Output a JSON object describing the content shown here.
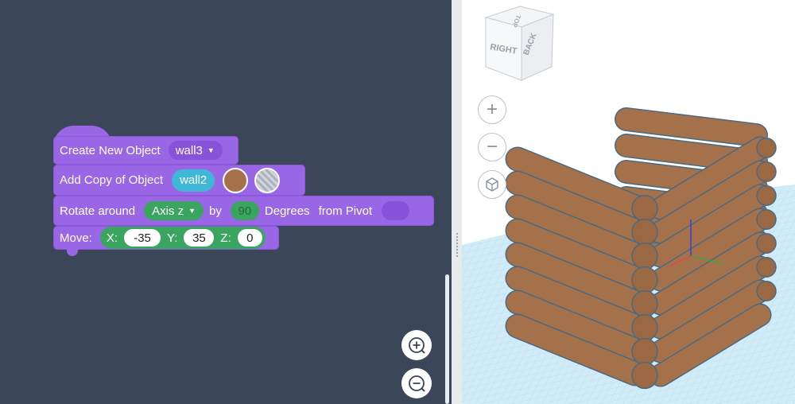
{
  "blocks": {
    "create": {
      "label": "Create New Object",
      "object": "wall3"
    },
    "copy": {
      "label": "Add Copy of Object",
      "object": "wall2"
    },
    "rotate": {
      "label": "Rotate around",
      "axis": "Axis z",
      "by": "by",
      "degrees_value": "90",
      "degrees_label": "Degrees",
      "pivot_label": "from Pivot"
    },
    "move": {
      "label": "Move:",
      "x_label": "X:",
      "x": "-35",
      "y_label": "Y:",
      "y": "35",
      "z_label": "Z:",
      "z": "0"
    }
  },
  "view_cube": {
    "faces": [
      "RIGHT",
      "BACK",
      "TOP"
    ]
  },
  "icons": [
    "zoom-in-icon",
    "zoom-out-icon",
    "plus-icon",
    "minus-icon",
    "home-cube-icon",
    "caret-down-icon"
  ],
  "colors": {
    "workspace": "#3b4658",
    "block": "#9966e6",
    "green": "#3aa55e",
    "blue": "#3fb7d6",
    "wood": "#a5714a",
    "grid": "#cfeaf6"
  }
}
